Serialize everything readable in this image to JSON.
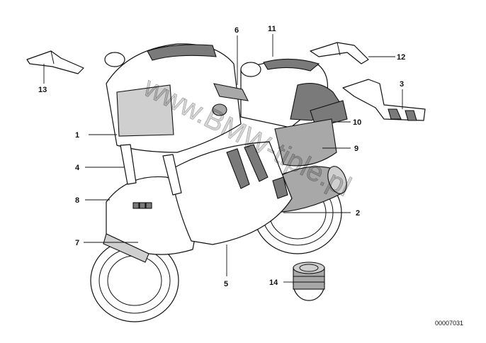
{
  "diagram": {
    "reference_code": "00007031",
    "watermark": "www.BMW-tiple.pl",
    "callouts": [
      {
        "id": "c1",
        "label": "1"
      },
      {
        "id": "c2",
        "label": "2"
      },
      {
        "id": "c3",
        "label": "3"
      },
      {
        "id": "c4",
        "label": "4"
      },
      {
        "id": "c5",
        "label": "5"
      },
      {
        "id": "c6",
        "label": "6"
      },
      {
        "id": "c7",
        "label": "7"
      },
      {
        "id": "c8",
        "label": "8"
      },
      {
        "id": "c9",
        "label": "9"
      },
      {
        "id": "c10",
        "label": "10"
      },
      {
        "id": "c11",
        "label": "11"
      },
      {
        "id": "c12",
        "label": "12"
      },
      {
        "id": "c13",
        "label": "13"
      },
      {
        "id": "c14",
        "label": "14"
      }
    ]
  }
}
